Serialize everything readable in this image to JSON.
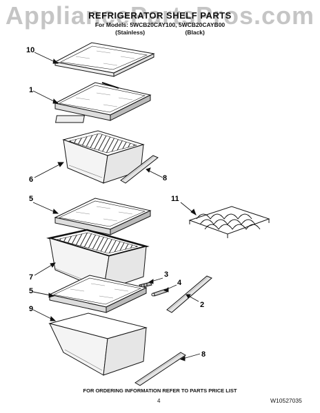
{
  "watermark": "AppliancePartsPros.com",
  "header": {
    "title": "REFRIGERATOR SHELF PARTS",
    "models": "For Models: 5WCB20CAY100, 5WCB20CAYB00",
    "variant_1": "(Stainless)",
    "variant_2": "(Black)"
  },
  "callouts": {
    "c10": "10",
    "c1": "1",
    "c6": "6",
    "c8a": "8",
    "c5a": "5",
    "c11": "11",
    "c7": "7",
    "c3": "3",
    "c4": "4",
    "c2": "2",
    "c5b": "5",
    "c9": "9",
    "c8b": "8"
  },
  "footer": {
    "ordering": "FOR ORDERING INFORMATION REFER TO PARTS PRICE LIST",
    "page_number": "4",
    "doc_number": "W10527035"
  }
}
